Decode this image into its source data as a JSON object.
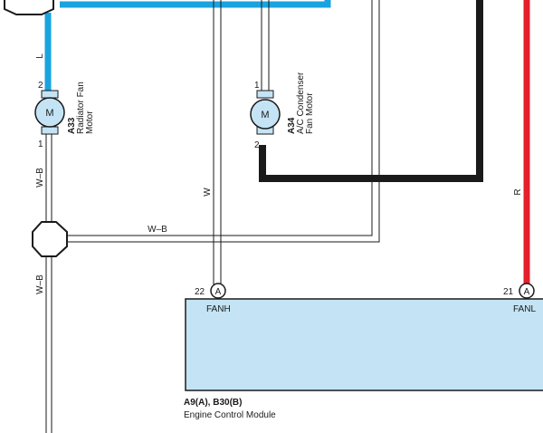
{
  "wires": {
    "radiator_color": "L",
    "radiator_ground_upper": "W–B",
    "radiator_ground_lower": "W–B",
    "junction_horizontal": "W–B",
    "fanh_wire": "W",
    "fanl_wire": "R"
  },
  "motors": {
    "a33": {
      "id": "A33",
      "name_line1": "Radiator Fan",
      "name_line2": "Motor",
      "symbol": "M",
      "pin_top": "2",
      "pin_bottom": "1"
    },
    "a34": {
      "id": "A34",
      "name_line1": "A/C Condenser",
      "name_line2": "Fan Motor",
      "symbol": "M",
      "pin_top": "1",
      "pin_bottom": "2"
    }
  },
  "ecm": {
    "id": "A9(A), B30(B)",
    "name": "Engine Control Module",
    "fanh": {
      "pin": "22",
      "connector": "A",
      "label": "FANH"
    },
    "fanl": {
      "pin": "21",
      "connector": "A",
      "label": "FANL"
    }
  },
  "colors": {
    "blue_wire": "#1aa3df",
    "red_wire": "#e3202c",
    "black_wire": "#1a1a1a",
    "module_fill": "#c4e4f5",
    "motor_fill": "#c4e4f5"
  },
  "icons": {
    "motor": "motor-icon",
    "junction": "junction-connector-icon"
  }
}
